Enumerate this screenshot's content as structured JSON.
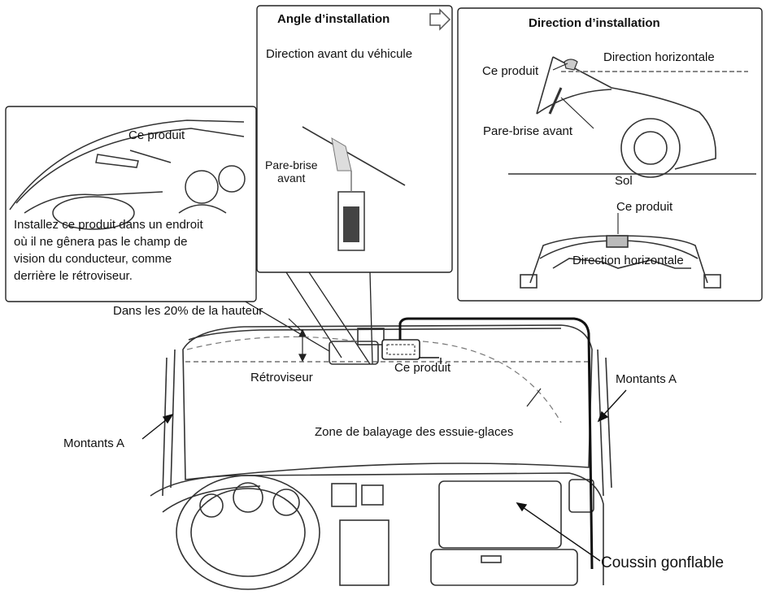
{
  "panels": {
    "angle": {
      "title": "Angle d’installation",
      "forward": "Direction avant du véhicule",
      "windshield_line1": "Pare-brise",
      "windshield_line2": "avant"
    },
    "direction": {
      "title": "Direction d’installation",
      "product_side": "Ce produit",
      "horizontal_side": "Direction horizontale",
      "windshield": "Pare-brise avant",
      "ground": "Sol",
      "product_front": "Ce produit",
      "horizontal_front": "Direction horizontale"
    },
    "interior": {
      "product": "Ce produit",
      "instruction_lines": [
        "Installez ce produit dans un endroit",
        "où il ne gênera pas le champ de",
        "vision du conducteur, comme",
        "derrière le rétroviseur."
      ]
    }
  },
  "main": {
    "height_note": "Dans les 20% de la hauteur",
    "mirror": "Rétroviseur",
    "product": "Ce produit",
    "pillar_left": "Montants A",
    "pillar_right": "Montants A",
    "wiper_zone": "Zone de balayage des essuie-glaces",
    "airbag": "Coussin gonflable"
  },
  "icons": [
    "arrow-right-icon"
  ]
}
